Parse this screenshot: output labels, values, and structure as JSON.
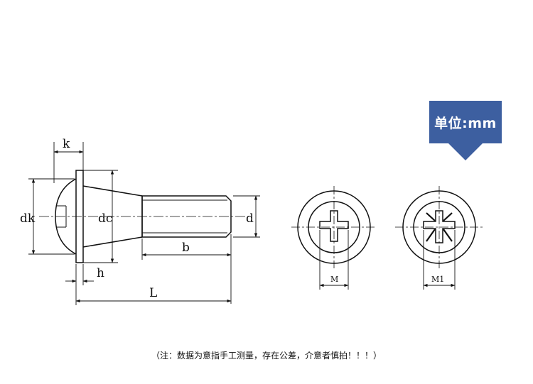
{
  "unit_badge": {
    "text": "单位:mm",
    "color": "#3d5fa0"
  },
  "note": "（注：数据为意指手工测量，存在公差，介意者慎拍！！！）",
  "dimension_labels": {
    "k": "k",
    "dk": "dk",
    "dc": "dc",
    "d": "d",
    "b": "b",
    "h": "h",
    "L": "L",
    "M": "M",
    "M1": "M1"
  },
  "colors": {
    "line": "#111111",
    "background": "#ffffff"
  }
}
